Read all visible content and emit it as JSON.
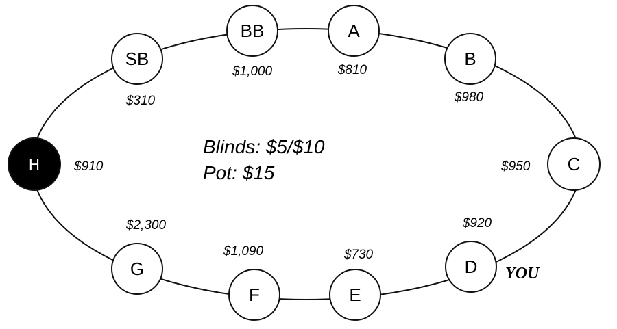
{
  "info": {
    "blinds": "Blinds: $5/$10",
    "pot": "Pot: $15"
  },
  "you_label": "YOU",
  "seats": {
    "h": {
      "label": "H",
      "stack": "$910",
      "dealer": true
    },
    "sb": {
      "label": "SB",
      "stack": "$310"
    },
    "bb": {
      "label": "BB",
      "stack": "$1,000"
    },
    "a": {
      "label": "A",
      "stack": "$810"
    },
    "b": {
      "label": "B",
      "stack": "$980"
    },
    "c": {
      "label": "C",
      "stack": "$950"
    },
    "d": {
      "label": "D",
      "stack": "$920"
    },
    "e": {
      "label": "E",
      "stack": "$730"
    },
    "f": {
      "label": "F",
      "stack": "$1,090"
    },
    "g": {
      "label": "G",
      "stack": "$2,300"
    }
  },
  "colors": {
    "table_line": "#111111",
    "seat_fill": "#ffffff",
    "dealer_fill": "#000000"
  }
}
